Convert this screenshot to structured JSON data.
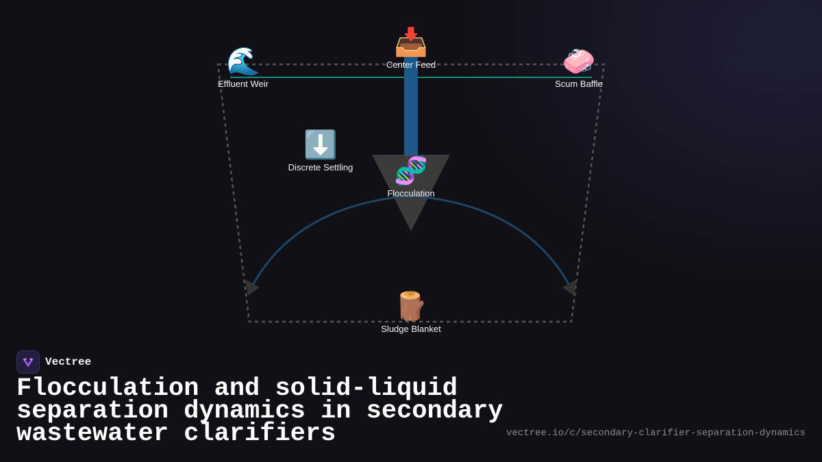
{
  "brand": {
    "name": "Vectree"
  },
  "title": "Flocculation and solid-liquid separation dynamics in secondary wastewater clarifiers",
  "url": "vectree.io/c/secondary-clarifier-separation-dynamics",
  "colors": {
    "background": "#111016",
    "tank_outline": "#555555",
    "water_surface": "#1a8f80",
    "feed_column": "#1d5a8c",
    "flow_arc": "#1d4566",
    "arrowhead": "#333333",
    "settling_cone": "#4a4a4a",
    "logo_accent": "#b45bf0"
  },
  "nodes": {
    "center_feed": {
      "icon": "📥",
      "icon_name": "inbox-tray-icon",
      "label": "Center Feed"
    },
    "effluent_weir": {
      "icon": "🌊",
      "icon_name": "water-wave-icon",
      "label": "Effluent Weir"
    },
    "scum_baffle": {
      "icon": "🧼",
      "icon_name": "soap-icon",
      "label": "Scum Baffle"
    },
    "discrete_settling": {
      "icon": "⬇️",
      "icon_name": "down-arrow-icon",
      "label": "Discrete Settling"
    },
    "flocculation": {
      "icon": "🧬",
      "icon_name": "dna-icon",
      "label": "Flocculation"
    },
    "sludge_blanket": {
      "icon": "🪵",
      "icon_name": "wood-log-icon",
      "label": "Sludge Blanket"
    }
  }
}
